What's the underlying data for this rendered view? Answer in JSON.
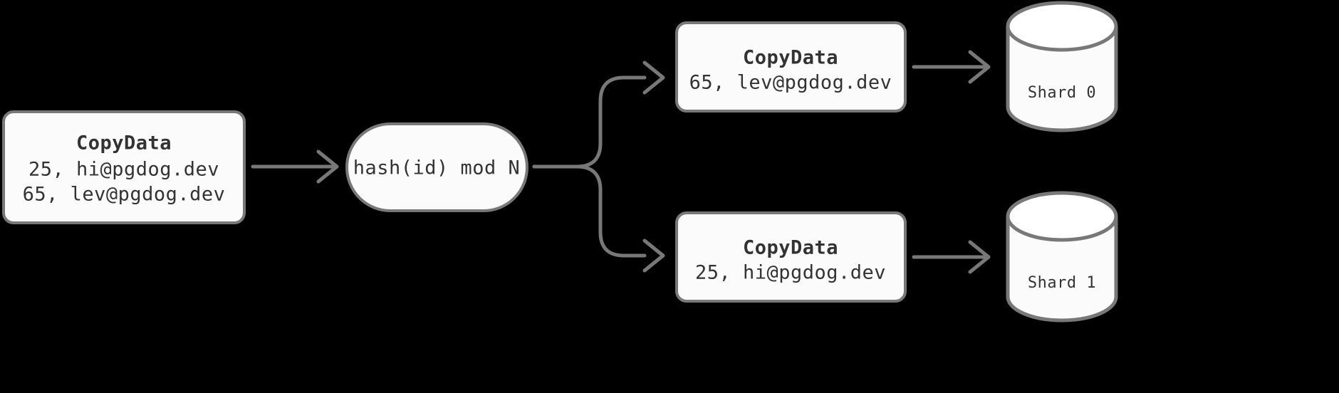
{
  "diagram": {
    "background_color": "#000000",
    "node_fill": "#fbfbfb",
    "node_stroke": "#787878",
    "text_color": "#333333",
    "nodes": {
      "source": {
        "title": "CopyData",
        "rows": [
          "25, hi@pgdog.dev",
          "65, lev@pgdog.dev"
        ]
      },
      "router": {
        "label": "hash(id) mod N"
      },
      "shard0_payload": {
        "title": "CopyData",
        "rows": [
          "65, lev@pgdog.dev"
        ]
      },
      "shard1_payload": {
        "title": "CopyData",
        "rows": [
          "25, hi@pgdog.dev"
        ]
      },
      "shard0_db": {
        "label": "Shard 0"
      },
      "shard1_db": {
        "label": "Shard 1"
      }
    },
    "edges": [
      {
        "from": "source",
        "to": "router",
        "style": "straight-arrow"
      },
      {
        "from": "router",
        "to": "shard0_payload",
        "style": "curved-split-arrow-up"
      },
      {
        "from": "router",
        "to": "shard1_payload",
        "style": "curved-split-arrow-down"
      },
      {
        "from": "shard0_payload",
        "to": "shard0_db",
        "style": "straight-arrow"
      },
      {
        "from": "shard1_payload",
        "to": "shard1_db",
        "style": "straight-arrow"
      }
    ]
  }
}
